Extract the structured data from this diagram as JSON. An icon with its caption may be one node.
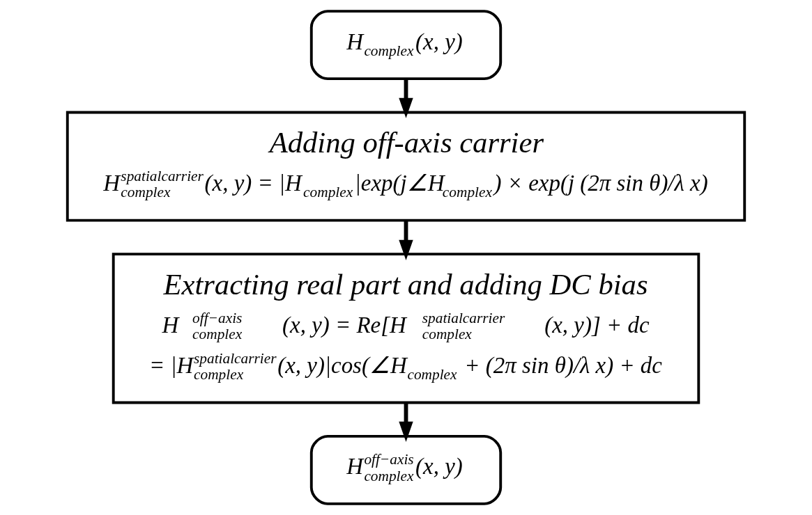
{
  "diagram": {
    "nodes": [
      {
        "text": [
          "H$_{complex}$(x, y)"
        ]
      },
      {
        "text": [
          "Adding off-axis carrier",
          "H$^{spatialcarrier}$$_{complex}$(x, y) = |H$_{complex}$|exp(j∠H$_{complex}$) × exp(j (2π sin θ)/λ x)"
        ]
      },
      {
        "text": [
          "Extracting real part and adding DC bias",
          "H$^{off−axis}$$_{complex}$(x, y) = Re[H$^{spatialcarrier}$$_{complex}$(x, y)] + dc",
          "= |H$^{spatialcarrier}$$_{complex}$(x, y)|cos(∠H$_{complex}$ + (2π sin θ)/λ x) + dc"
        ]
      },
      {
        "text": [
          "H$^{off−axis}$$_{complex}$(x, y)"
        ]
      }
    ],
    "edges": [
      {
        "from": 0,
        "to": 1,
        "arrow": "to"
      },
      {
        "from": 1,
        "to": 2,
        "arrow": "to"
      },
      {
        "from": 2,
        "to": 3,
        "arrow": "to"
      }
    ]
  }
}
